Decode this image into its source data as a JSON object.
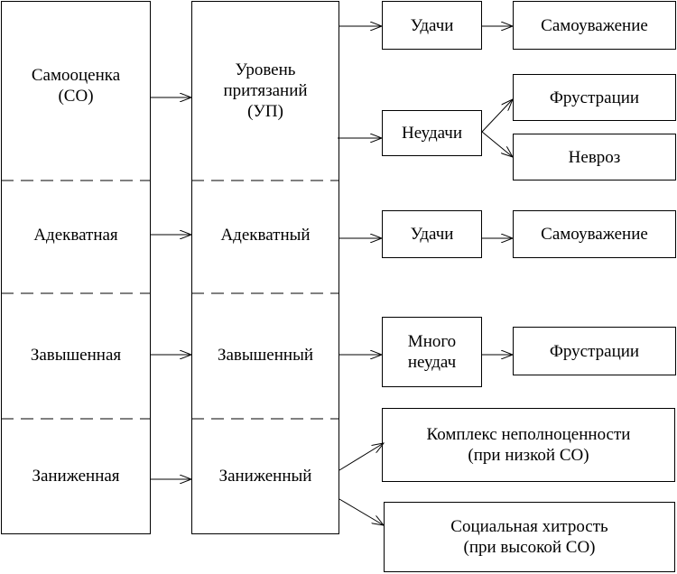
{
  "diagram": {
    "column1": {
      "header": "Самооценка\n(СО)",
      "rows": [
        "Адекватная",
        "Завышенная",
        "Заниженная"
      ]
    },
    "column2": {
      "header": "Уровень\nпритязаний\n(УП)",
      "rows": [
        "Адекватный",
        "Завышенный",
        "Заниженный"
      ]
    },
    "outcomes": {
      "udachi_top": "Удачи",
      "samouvazhenie_top": "Самоуважение",
      "neudachi": "Неудачи",
      "frustracii_top": "Фрустрации",
      "nevroz": "Невроз",
      "udachi_adequate": "Удачи",
      "samouvazhenie_adequate": "Самоуважение",
      "mnogo_neudach": "Много\nнеудач",
      "frustracii_high": "Фрустрации",
      "kompleks": "Комплекс неполноценности\n(при низкой СО)",
      "hitrost": "Социальная хитрость\n(при высокой СО)"
    }
  }
}
